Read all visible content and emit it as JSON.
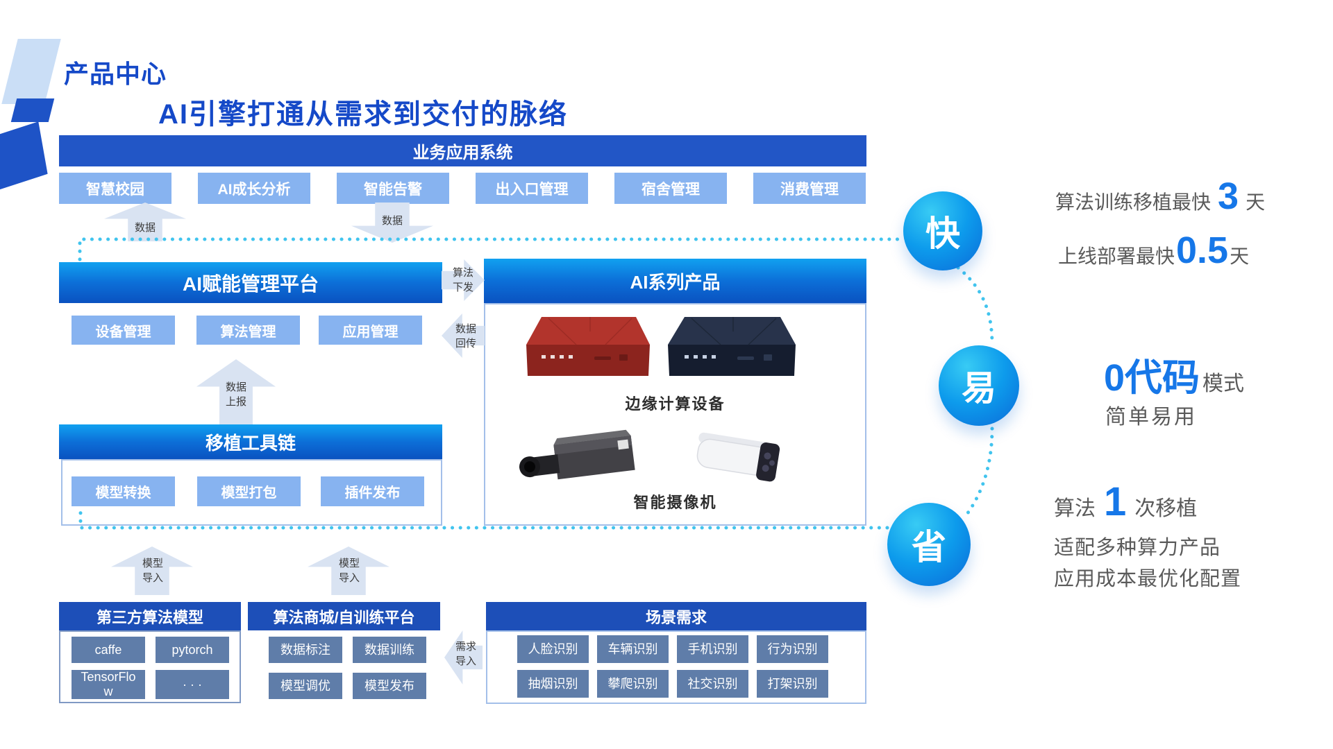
{
  "header": {
    "title": "产品中心",
    "subtitle": "AI引擎打通从需求到交付的脉络"
  },
  "business_system": {
    "title": "业务应用系统",
    "apps": [
      "智慧校园",
      "AI成长分析",
      "智能告警",
      "出入口管理",
      "宿舍管理",
      "消费管理"
    ]
  },
  "platform": {
    "title": "AI赋能管理平台",
    "modules": [
      "设备管理",
      "算法管理",
      "应用管理"
    ]
  },
  "products": {
    "title": "AI系列产品",
    "edge_device_label": "边缘计算设备",
    "camera_label": "智能摄像机"
  },
  "toolchain": {
    "title": "移植工具链",
    "modules": [
      "模型转换",
      "模型打包",
      "插件发布"
    ]
  },
  "third_party": {
    "title": "第三方算法模型",
    "frameworks": [
      "caffe",
      "pytorch",
      "TensorFlow",
      "· · ·"
    ]
  },
  "algo_market": {
    "title": "算法商城/自训练平台",
    "functions": [
      "数据标注",
      "数据训练",
      "模型调优",
      "模型发布"
    ]
  },
  "scene_demand": {
    "title": "场景需求",
    "scenes": [
      "人脸识别",
      "车辆识别",
      "手机识别",
      "行为识别",
      "抽烟识别",
      "攀爬识别",
      "社交识别",
      "打架识别"
    ]
  },
  "arrows": {
    "data_up": "数据",
    "data_down": "数据",
    "algo_dispatch": [
      "算法",
      "下发"
    ],
    "data_return": [
      "数据",
      "回传"
    ],
    "data_report": [
      "数据",
      "上报"
    ],
    "model_import_left": [
      "模型",
      "导入"
    ],
    "model_import_right": [
      "模型",
      "导入"
    ],
    "demand_import": [
      "需求",
      "导入"
    ]
  },
  "benefits": {
    "fast": {
      "badge": "快",
      "line1": {
        "prefix": "算法训练移植最快",
        "value": "3",
        "suffix": "天"
      },
      "line2": {
        "prefix": "上线部署最快",
        "value": "0.5",
        "suffix": "天"
      }
    },
    "easy": {
      "badge": "易",
      "line1": {
        "value": "0代码",
        "suffix": "模式"
      },
      "line2": "简单易用"
    },
    "save": {
      "badge": "省",
      "line1": {
        "prefix": "算法",
        "value": "1",
        "suffix": "次移植"
      },
      "line2": "适配多种算力产品",
      "line3": "应用成本最优化配置"
    }
  },
  "colors": {
    "title_blue": "#1549c8",
    "header_dark_blue": "#2256c6",
    "gradient_header_top": "#11a1f0",
    "gradient_header_bottom": "#0a52c0",
    "light_button": "#87b3f0",
    "slate_button": "#5f7da9",
    "dotted_line": "#41c4ee",
    "number_blue": "#1677e8",
    "badge_gradient_start": "#38cbf4",
    "badge_gradient_end": "#0b6ad8"
  }
}
